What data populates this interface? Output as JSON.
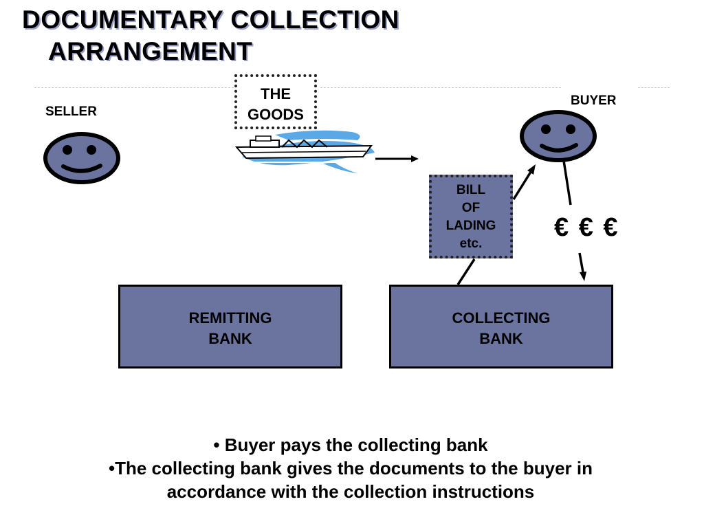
{
  "title": {
    "line1": "DOCUMENTARY COLLECTION",
    "line2": "ARRANGEMENT"
  },
  "parties": {
    "seller": "SELLER",
    "buyer": "BUYER"
  },
  "goods_box": {
    "line1": "THE",
    "line2": "GOODS"
  },
  "bill_box": {
    "line1": "BILL",
    "line2": "OF",
    "line3": "LADING",
    "line4": "etc."
  },
  "banks": {
    "remitting": {
      "line1": "REMITTING",
      "line2": "BANK"
    },
    "collecting": {
      "line1": "COLLECTING",
      "line2": "BANK"
    }
  },
  "payment_symbol": "€ € €",
  "bullets": [
    "• Buyer pays the collecting bank",
    "•The collecting bank gives the documents to the buyer in",
    "accordance with the collection instructions"
  ],
  "colors": {
    "box_fill": "#6b739f",
    "title_shadow": "#9aa0c8",
    "ship_water": "#5aa8e6"
  },
  "icons": [
    "seller-face-icon",
    "buyer-face-icon",
    "cargo-ship-icon"
  ]
}
